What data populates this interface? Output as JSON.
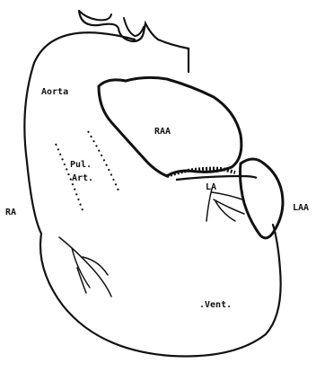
{
  "labels": {
    "aorta": "Aorta",
    "raa": "RAA",
    "pul": "Pul.",
    "art": "Art.",
    "la": "LA",
    "ra": "RA",
    "laa": "LAA",
    "vent": ".Vent."
  },
  "colors": {
    "ink": "#111111",
    "paper": "#ffffff"
  }
}
